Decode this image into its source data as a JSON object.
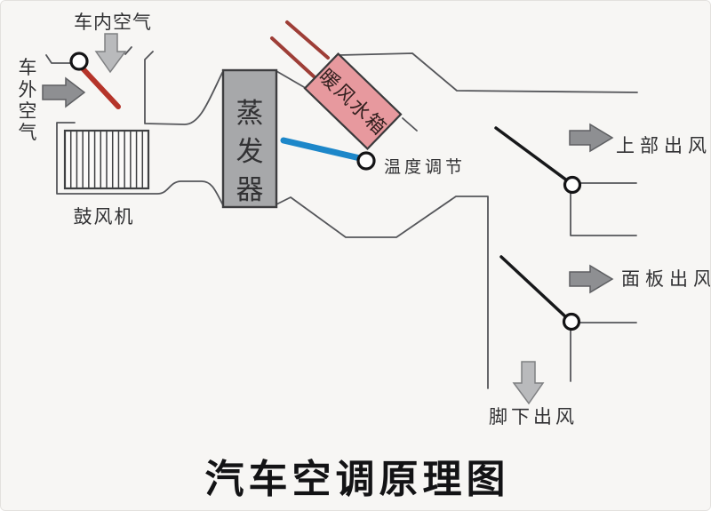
{
  "title": "汽车空调原理图",
  "labels": {
    "interior_air": "车内空气",
    "outside_air": "车外空气",
    "blower": "鼓风机",
    "evaporator": "蒸发器",
    "heater_core": "暖风水箱",
    "temperature_control": "温度调节",
    "upper_outlet": "上部出风",
    "panel_outlet": "面板出风",
    "foot_outlet": "脚下出风"
  },
  "vertical_chars": {
    "outside_air": [
      "车",
      "外",
      "空",
      "气"
    ],
    "evaporator": [
      "蒸",
      "发",
      "器"
    ],
    "heater_core": [
      "暖",
      "风",
      "水",
      "箱"
    ]
  },
  "colors": {
    "background": "#f7f6f4",
    "duct_line": "#55565a",
    "evaporator_fill": "#a7a8aa",
    "evaporator_stroke": "#3d3d3f",
    "heater_fill": "#e7999e",
    "heater_stroke": "#3a3a3c",
    "intake_flap_red": "#b5342a",
    "temp_flap_blue": "#1d87c9",
    "mode_flap_black": "#17181a",
    "pipe_red": "#9e3e37",
    "arrow_dark_fill": "#8e8f92",
    "arrow_dark_stroke": "#5e5f62",
    "arrow_light_fill": "#b9babc",
    "arrow_light_stroke": "#7f8082",
    "text": "#323234",
    "title_text": "#131315"
  },
  "arrows": [
    {
      "name": "interior-air-arrow",
      "direction": "down"
    },
    {
      "name": "outside-air-arrow",
      "direction": "right"
    },
    {
      "name": "upper-outlet-arrow",
      "direction": "right"
    },
    {
      "name": "panel-outlet-arrow",
      "direction": "right"
    },
    {
      "name": "foot-outlet-arrow",
      "direction": "down"
    }
  ]
}
